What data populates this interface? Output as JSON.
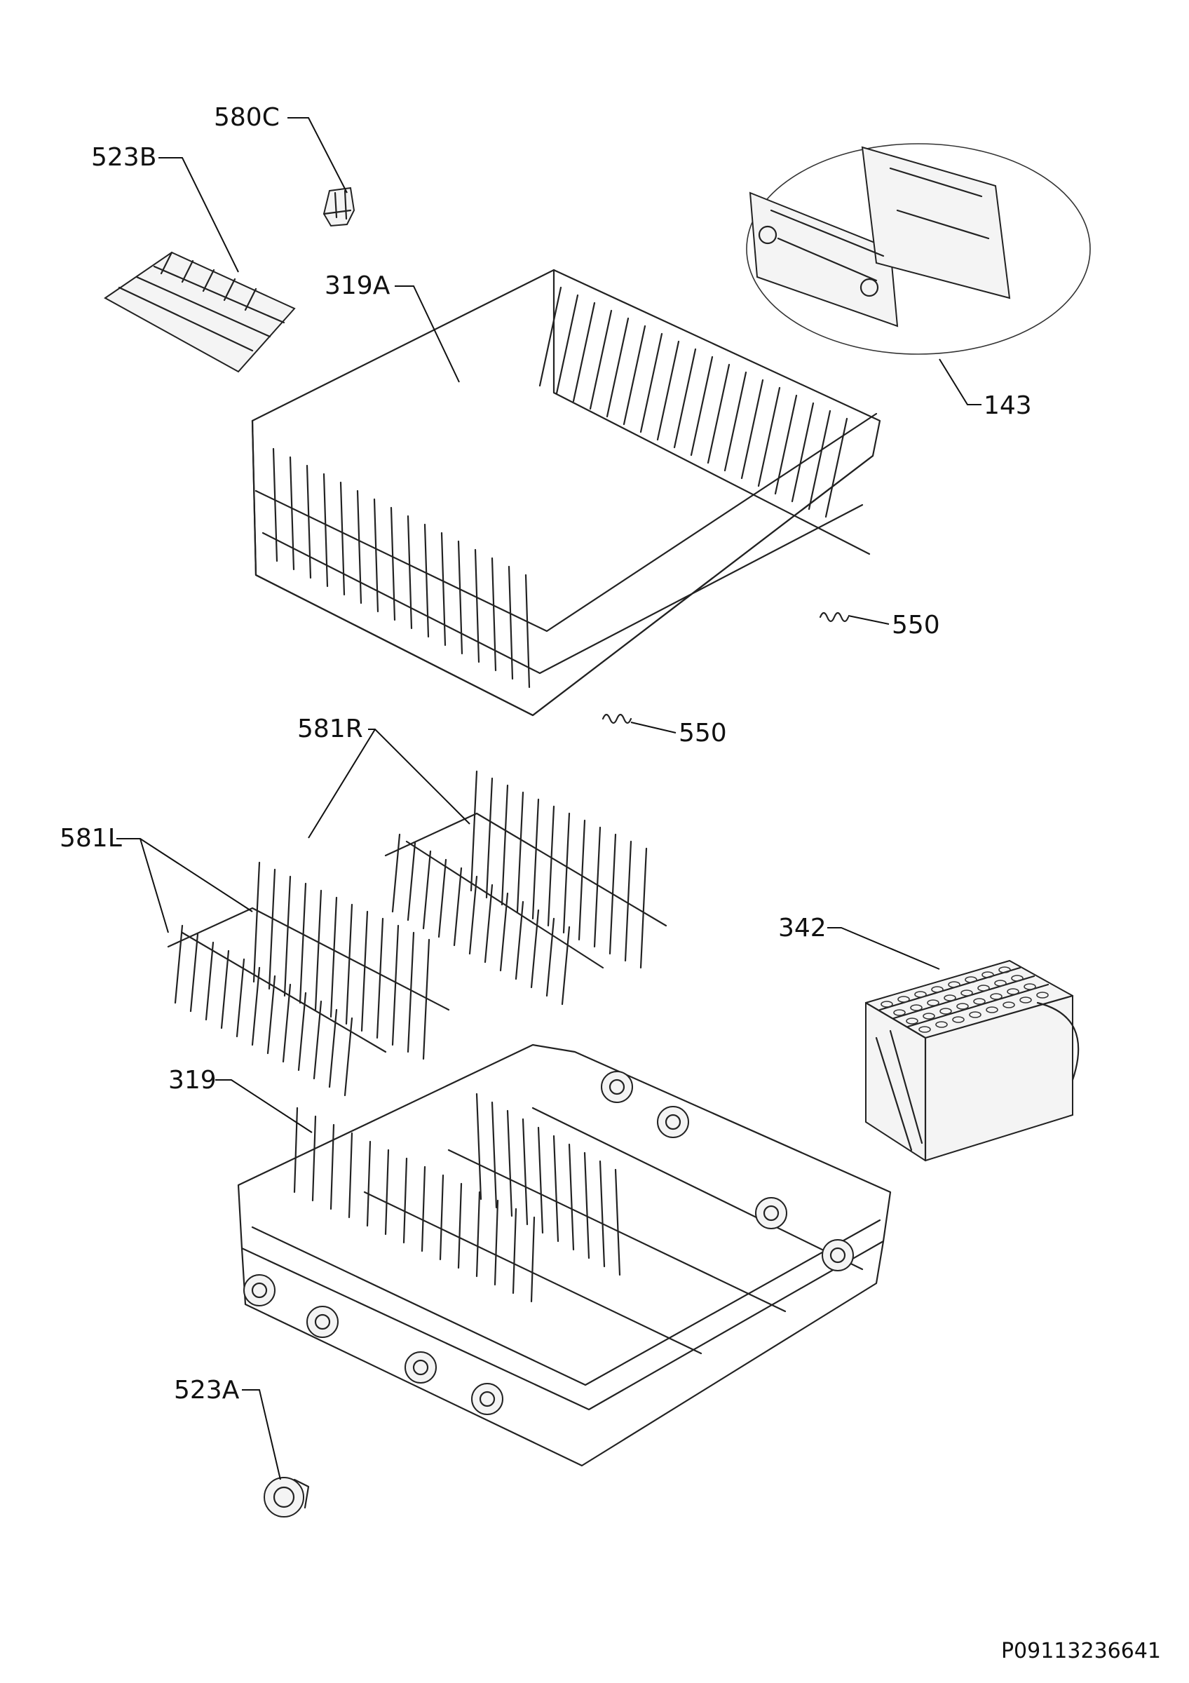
{
  "labels": {
    "l580c": "580C",
    "l523b": "523B",
    "l319a": "319A",
    "l143": "143",
    "l550a": "550",
    "l550b": "550",
    "l581r": "581R",
    "l581l": "581L",
    "l342": "342",
    "l319": "319",
    "l523a": "523A"
  },
  "document_number": "P09113236641"
}
